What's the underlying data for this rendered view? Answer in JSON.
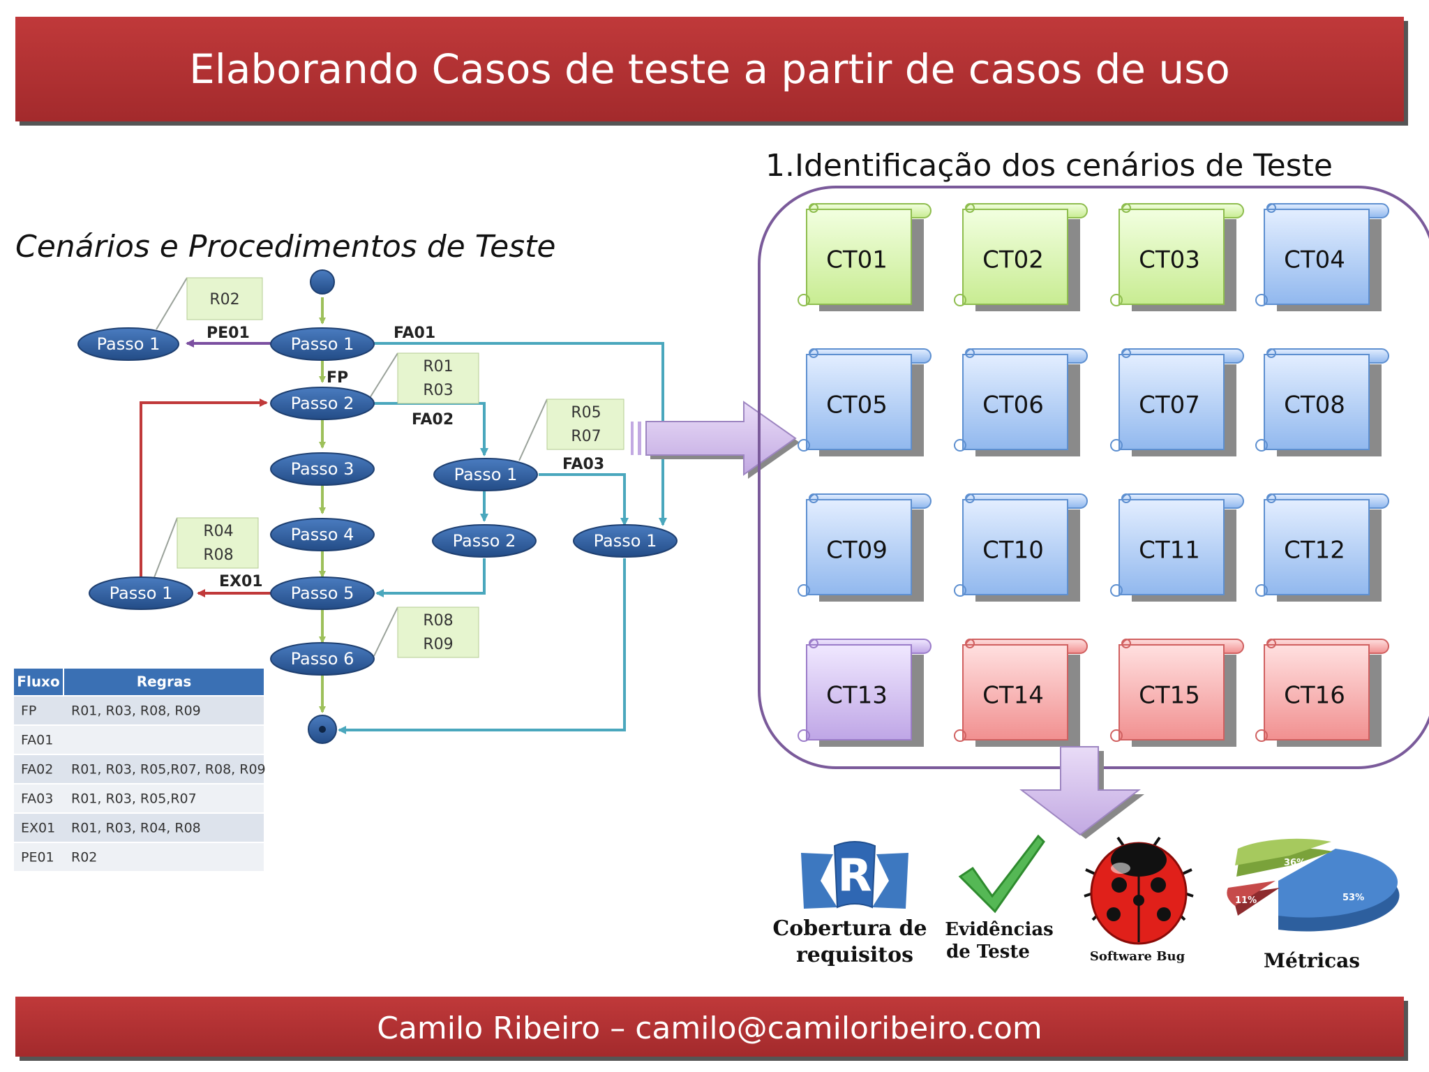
{
  "title": "Elaborando Casos de teste a partir de casos de uso",
  "subtitle": "Cenários e Procedimentos de Teste",
  "section_heading": "1.Identificação dos cenários de Teste",
  "footer": "Camilo Ribeiro – camilo@camiloribeiro.com",
  "flow": {
    "nodes": {
      "pe_passo1": "Passo 1",
      "main_passo1": "Passo 1",
      "main_passo2": "Passo 2",
      "main_passo3": "Passo 3",
      "main_passo4": "Passo 4",
      "main_passo5": "Passo 5",
      "main_passo6": "Passo 6",
      "fa02_passo1": "Passo 1",
      "fa02_passo2": "Passo 2",
      "fa01_passo1": "Passo 1",
      "ex_passo1": "Passo 1"
    },
    "labels": {
      "pe01": "PE01",
      "fa01": "FA01",
      "fp": "FP",
      "fa02": "FA02",
      "fa03": "FA03",
      "ex01": "EX01"
    },
    "notes": {
      "n1": [
        "R02"
      ],
      "n2": [
        "R01",
        "R03"
      ],
      "n3": [
        "R05",
        "R07"
      ],
      "n4": [
        "R04",
        "R08"
      ],
      "n5": [
        "R08",
        "R09"
      ]
    }
  },
  "table": {
    "headers": [
      "Fluxo",
      "Regras"
    ],
    "rows": [
      [
        "FP",
        "R01, R03, R08, R09"
      ],
      [
        "FA01",
        ""
      ],
      [
        "FA02",
        "R01, R03, R05,R07, R08, R09"
      ],
      [
        "FA03",
        "R01, R03, R05,R07"
      ],
      [
        "EX01",
        "R01, R03, R04, R08"
      ],
      [
        "PE01",
        "R02"
      ]
    ]
  },
  "test_cases": [
    {
      "id": "CT01",
      "color": "green"
    },
    {
      "id": "CT02",
      "color": "green"
    },
    {
      "id": "CT03",
      "color": "green"
    },
    {
      "id": "CT04",
      "color": "blue"
    },
    {
      "id": "CT05",
      "color": "blue"
    },
    {
      "id": "CT06",
      "color": "blue"
    },
    {
      "id": "CT07",
      "color": "blue"
    },
    {
      "id": "CT08",
      "color": "blue"
    },
    {
      "id": "CT09",
      "color": "blue"
    },
    {
      "id": "CT10",
      "color": "blue"
    },
    {
      "id": "CT11",
      "color": "blue"
    },
    {
      "id": "CT12",
      "color": "blue"
    },
    {
      "id": "CT13",
      "color": "purple"
    },
    {
      "id": "CT14",
      "color": "red"
    },
    {
      "id": "CT15",
      "color": "red"
    },
    {
      "id": "CT16",
      "color": "red"
    }
  ],
  "outputs": {
    "coverage": {
      "icon": "r-badge-icon",
      "letter": "R",
      "line1": "Cobertura de",
      "line2": "requisitos"
    },
    "evidence": {
      "icon": "checkmark-icon",
      "line1": "Evidências",
      "line2": "de Teste"
    },
    "bug": {
      "icon": "ladybug-icon",
      "label": "Software Bug"
    },
    "metrics": {
      "icon": "pie-chart-icon",
      "label": "Métricas",
      "slices": [
        "36%",
        "11%",
        "53%"
      ]
    }
  },
  "colors": {
    "banner": "#b63233",
    "node": "#2f5f9e",
    "note": "#e6f5cf",
    "arrow_fp": "#9dc05a",
    "arrow_fa": "#4aa7bd",
    "arrow_pe": "#7b4fa0",
    "arrow_ex": "#c0393a",
    "frame": "#7a5a9a",
    "ct_green": "#d4f2a8",
    "ct_blue": "#a9c8f2",
    "ct_purple": "#cdb8ea",
    "ct_red": "#f3a3a3"
  }
}
